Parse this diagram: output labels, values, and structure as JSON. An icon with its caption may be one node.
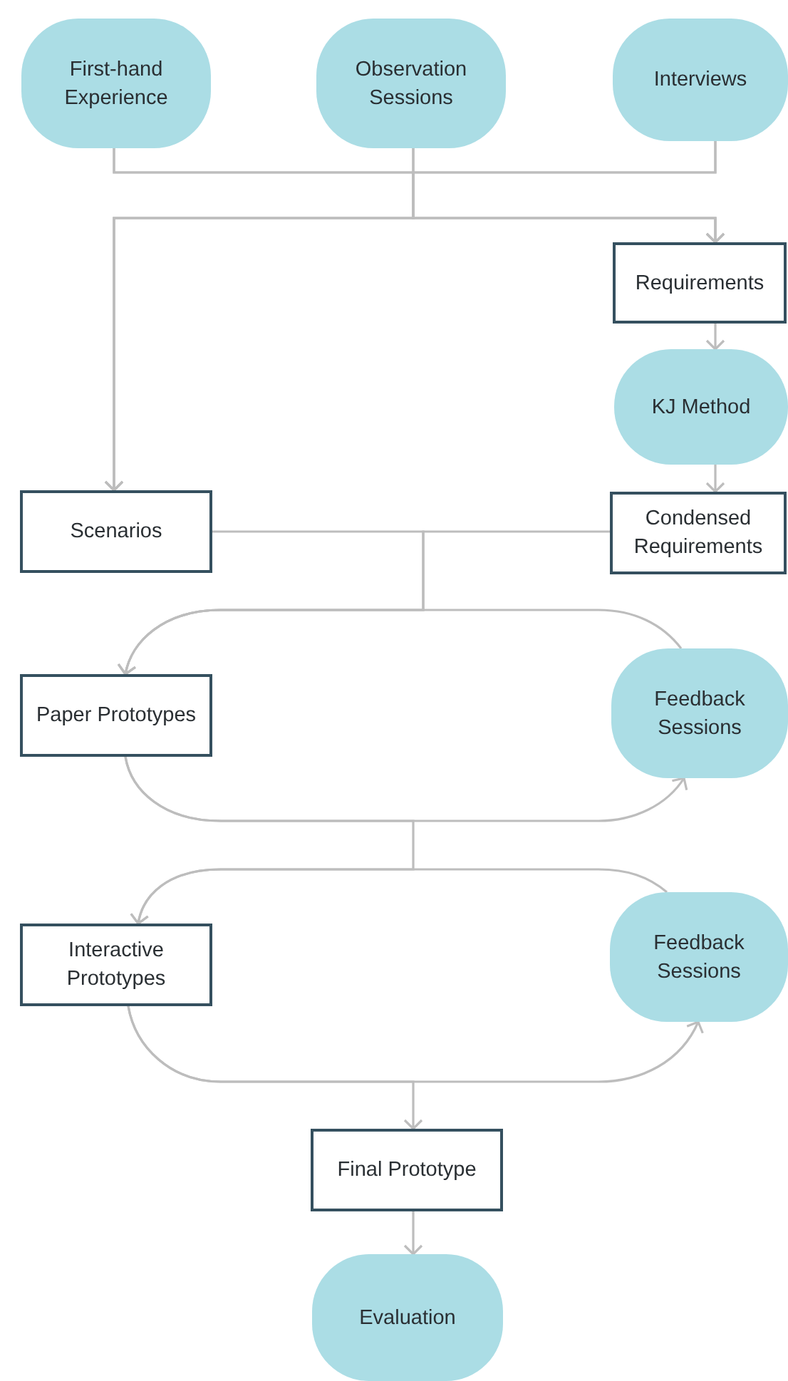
{
  "diagram": {
    "nodes": [
      {
        "text": [
          "First-hand Experience"
        ]
      },
      {
        "text": [
          "Observation Sessions"
        ]
      },
      {
        "text": [
          "Interviews"
        ]
      },
      {
        "text": [
          "Requirements"
        ]
      },
      {
        "text": [
          "KJ Method"
        ]
      },
      {
        "text": [
          "Scenarios"
        ]
      },
      {
        "text": [
          "Condensed Requirements"
        ]
      },
      {
        "text": [
          "Paper Prototypes"
        ]
      },
      {
        "text": [
          "Feedback Sessions"
        ]
      },
      {
        "text": [
          "Interactive Prototypes"
        ]
      },
      {
        "text": [
          "Feedback Sessions"
        ]
      },
      {
        "text": [
          "Final Prototype"
        ]
      },
      {
        "text": [
          "Evaluation"
        ]
      }
    ],
    "edges": [
      {
        "from": 0,
        "to": 5,
        "arrow": "to"
      },
      {
        "from": 0,
        "to": 3,
        "arrow": "to"
      },
      {
        "from": 1,
        "to": 5,
        "arrow": "to"
      },
      {
        "from": 1,
        "to": 3,
        "arrow": "to"
      },
      {
        "from": 2,
        "to": 5,
        "arrow": "to"
      },
      {
        "from": 2,
        "to": 3,
        "arrow": "to"
      },
      {
        "from": 3,
        "to": 4,
        "arrow": "to"
      },
      {
        "from": 4,
        "to": 6,
        "arrow": "to"
      },
      {
        "from": 5,
        "to": 7,
        "arrow": "to"
      },
      {
        "from": 6,
        "to": 7,
        "arrow": "to"
      },
      {
        "from": 8,
        "to": 7,
        "arrow": "to"
      },
      {
        "from": 7,
        "to": 8,
        "arrow": "to"
      },
      {
        "from": 7,
        "to": 9,
        "arrow": "to"
      },
      {
        "from": 10,
        "to": 9,
        "arrow": "to"
      },
      {
        "from": 9,
        "to": 10,
        "arrow": "to"
      },
      {
        "from": 9,
        "to": 11,
        "arrow": "to"
      },
      {
        "from": 11,
        "to": 12,
        "arrow": "to"
      }
    ]
  }
}
